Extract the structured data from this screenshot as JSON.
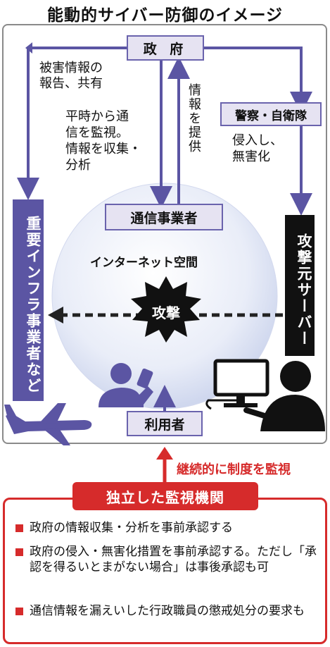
{
  "title": "能動的サイバー防御のイメージ",
  "nodes": {
    "government": "政 府",
    "telecom": "通信事業者",
    "police_sdf": "警察・自衛隊",
    "infra": "重要インフラ事業者など",
    "attack_server": "攻撃元サーバー",
    "users": "利用者",
    "internet": "インターネット空間",
    "attack": "攻撃"
  },
  "labels": {
    "report_line1": "被害情報の",
    "report_line2": "報告、共有",
    "monitor_line1": "平時から通",
    "monitor_line2": "信を監視。",
    "monitor_line3": "情報を収集・",
    "monitor_line4": "分析",
    "provide": "情報を提供",
    "intrude_line1": "侵入し、",
    "intrude_line2": "無害化",
    "oversight_arrow": "継続的に制度を監視"
  },
  "oversight": {
    "heading": "独立した監視機関",
    "items": [
      "政府の情報収集・分析を事前承認する",
      "政府の侵入・無害化措置を事前承認する。ただし「承認を得るいとまがない場合」は事後承認も可",
      "通信情報を漏えいした行政職員の懲戒処分の要求も"
    ]
  },
  "colors": {
    "box_fill": "#e6e3f2",
    "box_border": "#6a63ad",
    "infra_fill": "#5b55a3",
    "arrow": "#5b55a3",
    "oversight_red": "#d62b2b",
    "server_fill": "#111111"
  }
}
